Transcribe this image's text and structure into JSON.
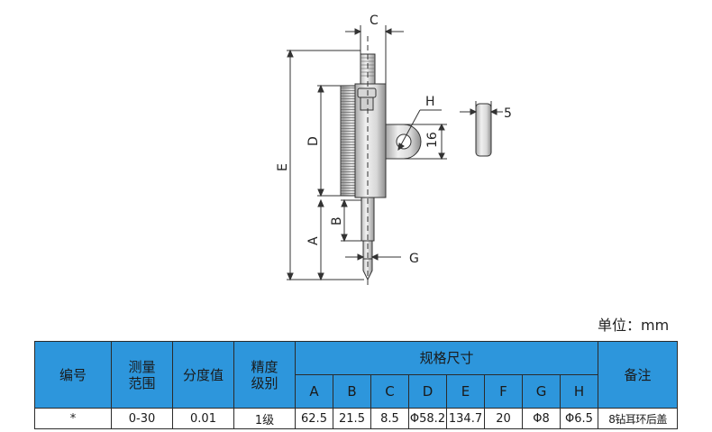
{
  "drawing_labels": {
    "c": "C",
    "h": "H",
    "five": "5",
    "sixteen": "16",
    "d": "D",
    "e": "E",
    "b": "B",
    "a": "A",
    "g": "G"
  },
  "unit_label": "单位：mm",
  "colors": {
    "header_bg": "#2d96dc",
    "border": "#2b2b2b",
    "drawing_line": "#333333"
  },
  "table": {
    "headers": {
      "code": "编号",
      "range": "测量\n范围",
      "graduation": "分度值",
      "accuracy": "精度\n级别",
      "spec": "规格尺寸",
      "remark": "备注"
    },
    "dim_columns": [
      "A",
      "B",
      "C",
      "D",
      "E",
      "F",
      "G",
      "H"
    ],
    "rows": [
      {
        "code": "*",
        "range": "0-30",
        "graduation": "0.01",
        "accuracy": "1级",
        "dims": [
          "62.5",
          "21.5",
          "8.5",
          "Φ58.2",
          "134.7",
          "20",
          "Φ8",
          "Φ6.5"
        ],
        "remark": "8钻耳环后盖"
      }
    ]
  }
}
